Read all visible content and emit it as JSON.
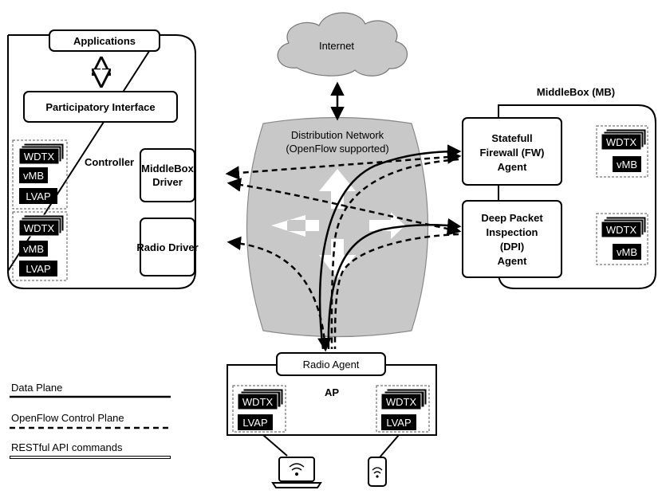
{
  "internet": "Internet",
  "distribution": {
    "line1": "Distribution Network",
    "line2": "(OpenFlow supported)"
  },
  "controller": {
    "label": "Controller",
    "applications": "Applications",
    "participatory": "Participatory Interface",
    "mb_driver": {
      "line1": "MiddleBox",
      "line2": "Driver"
    },
    "radio_driver": "Radio Driver",
    "stack1": [
      "WDTX",
      "vMB",
      "LVAP"
    ],
    "stack2": [
      "WDTX",
      "vMB",
      "LVAP"
    ]
  },
  "middlebox": {
    "title": "MiddleBox (MB)",
    "fw": {
      "line1": "Statefull",
      "line2": "Firewall (FW)",
      "line3": "Agent"
    },
    "dpi": {
      "line1": "Deep Packet",
      "line2": "Inspection",
      "line3": "(DPI)",
      "line4": "Agent"
    },
    "stack1": [
      "WDTX",
      "vMB"
    ],
    "stack2": [
      "WDTX",
      "vMB"
    ]
  },
  "ap": {
    "radio_agent": "Radio Agent",
    "label": "AP",
    "stack1": [
      "WDTX",
      "LVAP"
    ],
    "stack2": [
      "WDTX",
      "LVAP"
    ]
  },
  "legend": {
    "data_plane": "Data Plane",
    "openflow": "OpenFlow Control Plane",
    "restful": "RESTful API commands"
  },
  "icons": {
    "laptop": "laptop-wifi-icon",
    "phone": "phone-wifi-icon"
  }
}
